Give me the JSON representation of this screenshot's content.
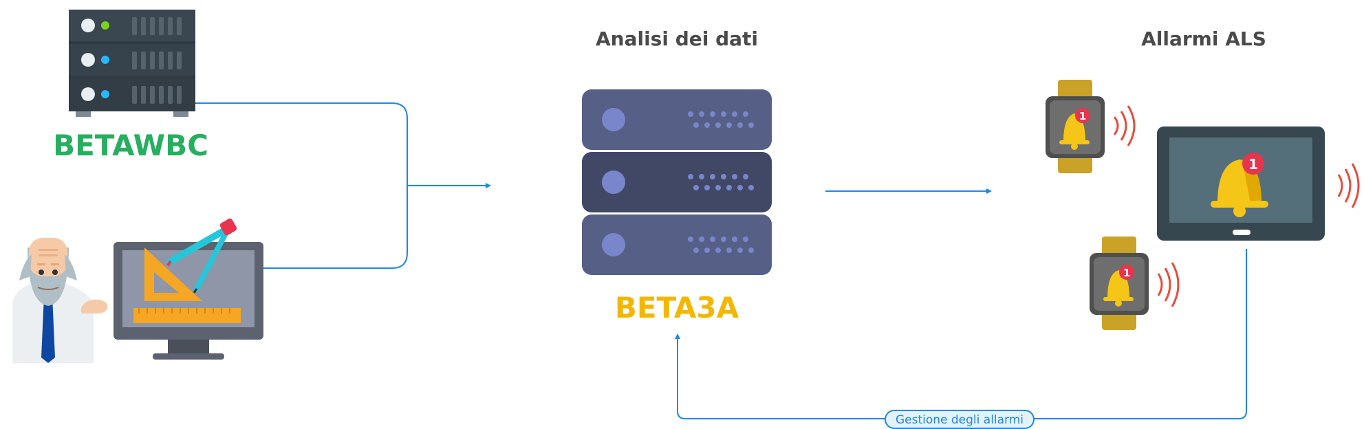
{
  "labels": {
    "betawbc": "BETAWBC",
    "beta3a": "BETA3A",
    "analysis_title": "Analisi dei dati",
    "alarms_title": "Allarmi ALS",
    "feedback": "Gestione degli allarmi"
  },
  "badges": {
    "watch_top": "1",
    "tablet": "1",
    "watch_bottom": "1"
  },
  "icons": {
    "wbc_server": "server-rack-icon",
    "scientist": "scientist-icon",
    "design_monitor": "design-monitor-icon",
    "main_server": "server-stack-icon",
    "watch_top": "smartwatch-bell-icon",
    "tablet": "tablet-bell-icon",
    "watch_bottom": "smartwatch-bell-icon"
  },
  "colors": {
    "betawbc": "#27ae60",
    "beta3a": "#f2b705",
    "connector": "#1e88e5",
    "title_text": "#4a4a4a",
    "bell": "#f5c518",
    "badge": "#e8344e",
    "wave": "#e74c3c"
  }
}
